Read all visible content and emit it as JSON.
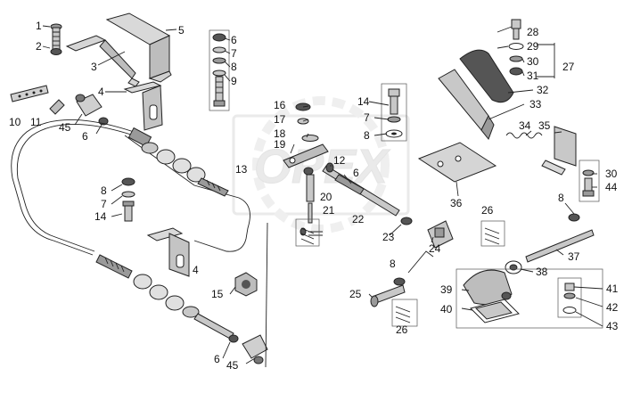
{
  "watermark": "OPEX",
  "colors": {
    "ink": "#222222",
    "metal": "#9a9a9a",
    "metal_light": "#c8c8c8",
    "metal_dark": "#555555",
    "watermark": "#d9d9d9"
  },
  "callouts": {
    "c1": "1",
    "c2": "2",
    "c3": "3",
    "c4a": "4",
    "c5": "5",
    "c6a": "6",
    "c7a": "7",
    "c8a": "8",
    "c9": "9",
    "c10": "10",
    "c11": "11",
    "c45a": "45",
    "c6b": "6",
    "c8b": "8",
    "c7b": "7",
    "c14b": "14",
    "c13": "13",
    "c4b": "4",
    "c15": "15",
    "c6c": "6",
    "c45b": "45",
    "c16": "16",
    "c17": "17",
    "c18": "18",
    "c19": "19",
    "c14c": "14",
    "c7c": "7",
    "c8c": "8",
    "c12": "12",
    "c6d": "6",
    "c20": "20",
    "c21": "21",
    "c22": "22",
    "c23": "23",
    "c24": "24",
    "c8d": "8",
    "c25": "25",
    "c26a": "26",
    "c26b": "26",
    "c28": "28",
    "c29": "29",
    "c30a": "30",
    "c31": "31",
    "c27": "27",
    "c32": "32",
    "c33": "33",
    "c34": "34",
    "c35": "35",
    "c30b": "30",
    "c44": "44",
    "c36": "36",
    "c8e": "8",
    "c37": "37",
    "c38": "38",
    "c39": "39",
    "c40": "40",
    "c41": "41",
    "c42": "42",
    "c43": "43"
  }
}
